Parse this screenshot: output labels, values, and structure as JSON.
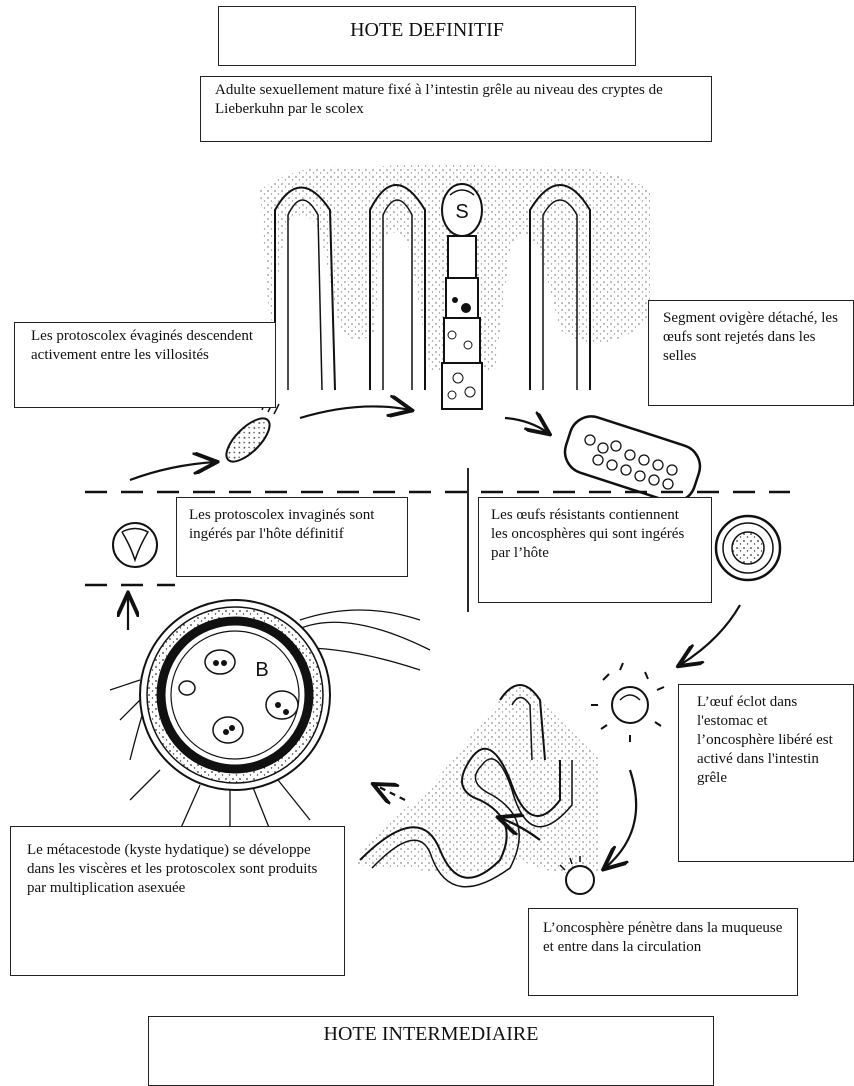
{
  "header": {
    "title": "HOTE DEFINITIF"
  },
  "footer": {
    "title": "HOTE INTERMEDIAIRE"
  },
  "captions": {
    "adult": "Adulte sexuellement mature fixé à l’intestin grêle au niveau des cryptes de Lieberkuhn par le scolex",
    "protoscolex_evaginated": "Les protoscolex évaginés descendent activement entre les villosités",
    "gravid_segment": "Segment ovigère détaché, les œufs sont rejetés dans les selles",
    "protoscolex_invaginated": "Les  protoscolex invaginés sont ingérés par l'hôte définitif",
    "eggs": "Les œufs résistants contiennent les oncosphères qui sont ingérés par l’hôte",
    "egg_hatch": "L’œuf éclot dans l'estomac et l’oncosphère libéré est activé dans l'intestin grêle",
    "metacestode": "Le métacestode (kyste hydatique) se développe dans les viscères et les protoscolex sont  produits par multiplication asexuée",
    "oncosphere": "L’oncosphère pénètre dans la muqueuse et entre dans la circulation"
  },
  "labels": {
    "scolex": "S",
    "brood_capsule": "B"
  }
}
